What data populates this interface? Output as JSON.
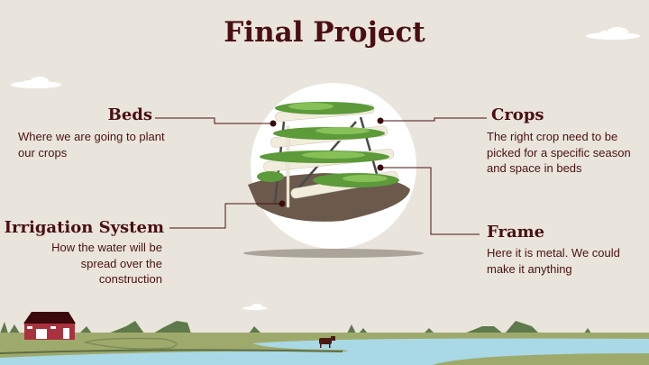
{
  "title": "Final Project",
  "items": [
    {
      "heading": "Beds",
      "description": "Where we are going to plant our crops"
    },
    {
      "heading": "Irrigation System",
      "description": "How the water will be spread over the construction"
    },
    {
      "heading": "Crops",
      "description": "The right crop need to be picked for a specific season and space in beds"
    },
    {
      "heading": "Frame",
      "description": "Here it is metal. We could make it anything"
    }
  ],
  "colors": {
    "background": "#e9e5dc",
    "accent": "#4a0f12",
    "grass": "#9eaa6c",
    "water": "#a9d8e6"
  }
}
